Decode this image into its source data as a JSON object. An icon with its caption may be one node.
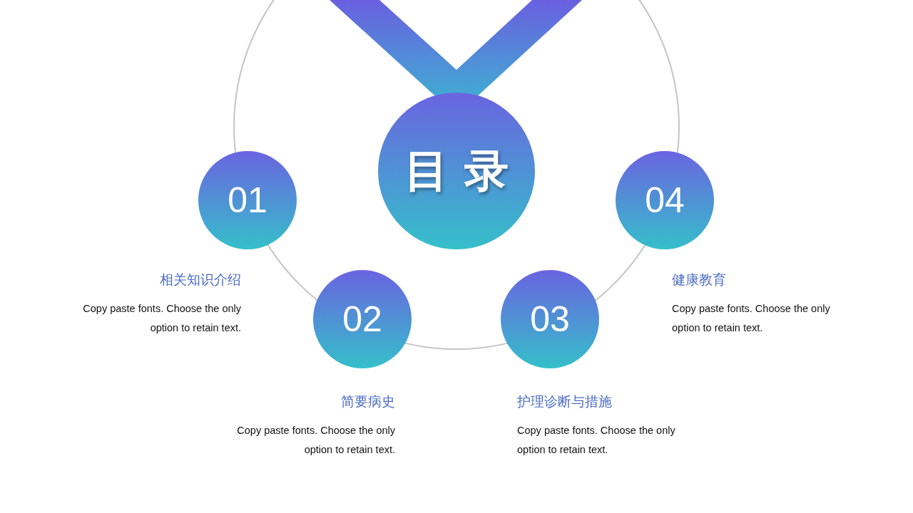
{
  "diagram": {
    "nodes": [
      {
        "text": [
          "目 录"
        ]
      },
      {
        "text": [
          "01"
        ],
        "beside": [
          "相关知识介绍",
          "Copy paste fonts. Choose the only option to retain text."
        ]
      },
      {
        "text": [
          "02"
        ],
        "beside": [
          "简要病史",
          "Copy paste fonts. Choose the only option to retain text."
        ]
      },
      {
        "text": [
          "03"
        ],
        "beside": [
          "护理诊断与措施",
          "Copy paste fonts. Choose the only option to retain text."
        ]
      },
      {
        "text": [
          "04"
        ],
        "beside": [
          "健康教育",
          "Copy paste fonts. Choose the only option to retain text."
        ]
      }
    ]
  }
}
